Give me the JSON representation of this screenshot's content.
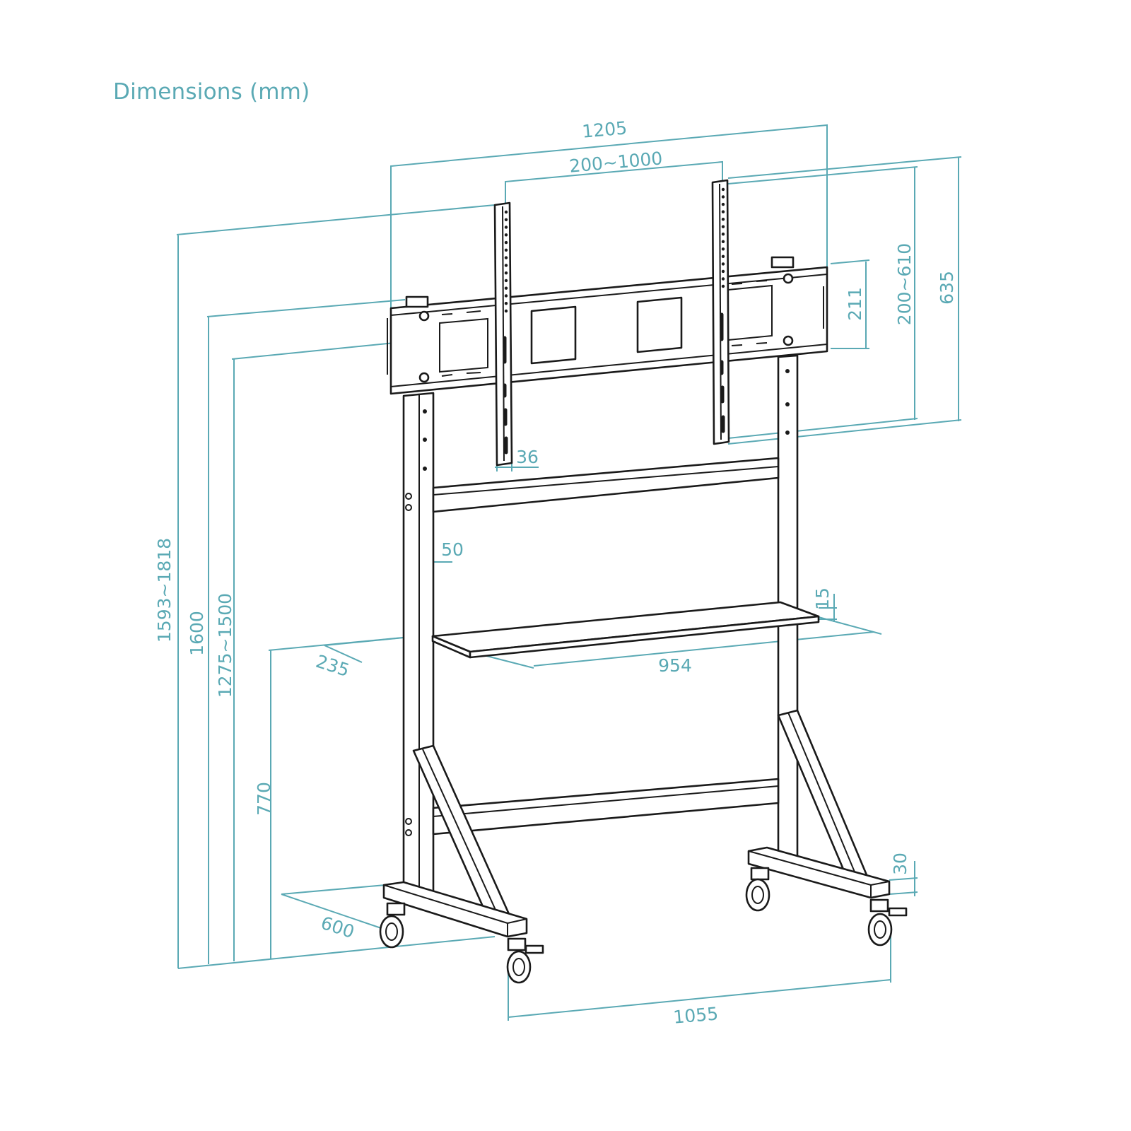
{
  "title": "Dimensions (mm)",
  "accent_color": "#5aa9b4",
  "line_color": "#1a1a1a",
  "dimensions": {
    "overall_width": "1205",
    "vesa_horizontal": "200~1000",
    "bracket_height": "211",
    "vesa_vertical": "200~610",
    "arm_length": "635",
    "arm_width": "36",
    "column_width": "50",
    "shelf_thickness": "15",
    "shelf_depth": "235",
    "shelf_width": "954",
    "overall_height": "1593~1818",
    "column_height": "1600",
    "mount_height": "1275~1500",
    "shelf_height": "770",
    "base_depth": "600",
    "base_height": "30",
    "base_width": "1055"
  }
}
